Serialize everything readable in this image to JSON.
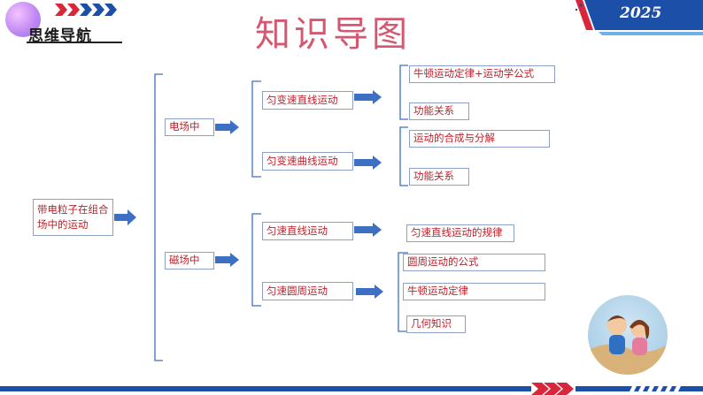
{
  "header": {
    "section_tag": "思维导航",
    "title": "知识导图",
    "year": "2025"
  },
  "diagram": {
    "root": "带电粒子在组合场中的运动",
    "level1": [
      "电场中",
      "磁场中"
    ],
    "level2": [
      "匀变速直线运动",
      "匀变速曲线运动",
      "匀速直线运动",
      "匀速圆周运动"
    ],
    "level3": [
      "牛顿运动定律+运动学公式",
      "功能关系",
      "运动的合成与分解",
      "功能关系",
      "匀速直线运动的规律",
      "圆周运动的公式",
      "牛顿运动定律",
      "几何知识"
    ]
  },
  "colors": {
    "box_text": "#c0202a",
    "arrow": "#3d6fc2",
    "title": "#d45870",
    "badge": "#1b4fa8"
  },
  "icons": [
    "chevron-icons",
    "year-badge",
    "kids-illustration"
  ]
}
